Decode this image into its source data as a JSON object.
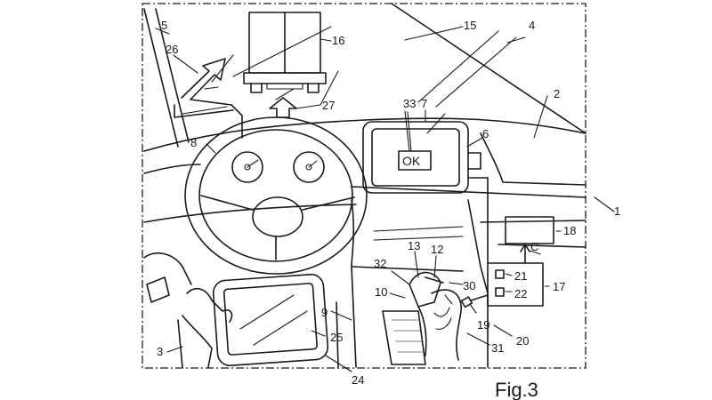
{
  "figure": {
    "caption": "Fig.3",
    "screen_text": "OK"
  },
  "labels": {
    "l1": "1",
    "l2": "2",
    "l3": "3",
    "l4": "4",
    "l5": "5",
    "l6": "6",
    "l7": "7",
    "l8": "8",
    "l9": "9",
    "l10": "10",
    "l12": "12",
    "l13": "13",
    "l15": "15",
    "l16": "16",
    "l17": "17",
    "l18": "18",
    "l19": "19",
    "l20": "20",
    "l21": "21",
    "l22": "22",
    "l24": "24",
    "l25": "25",
    "l26": "26",
    "l27": "27",
    "l30": "30",
    "l31": "31",
    "l32": "32",
    "l33": "33",
    "lC": "C"
  }
}
